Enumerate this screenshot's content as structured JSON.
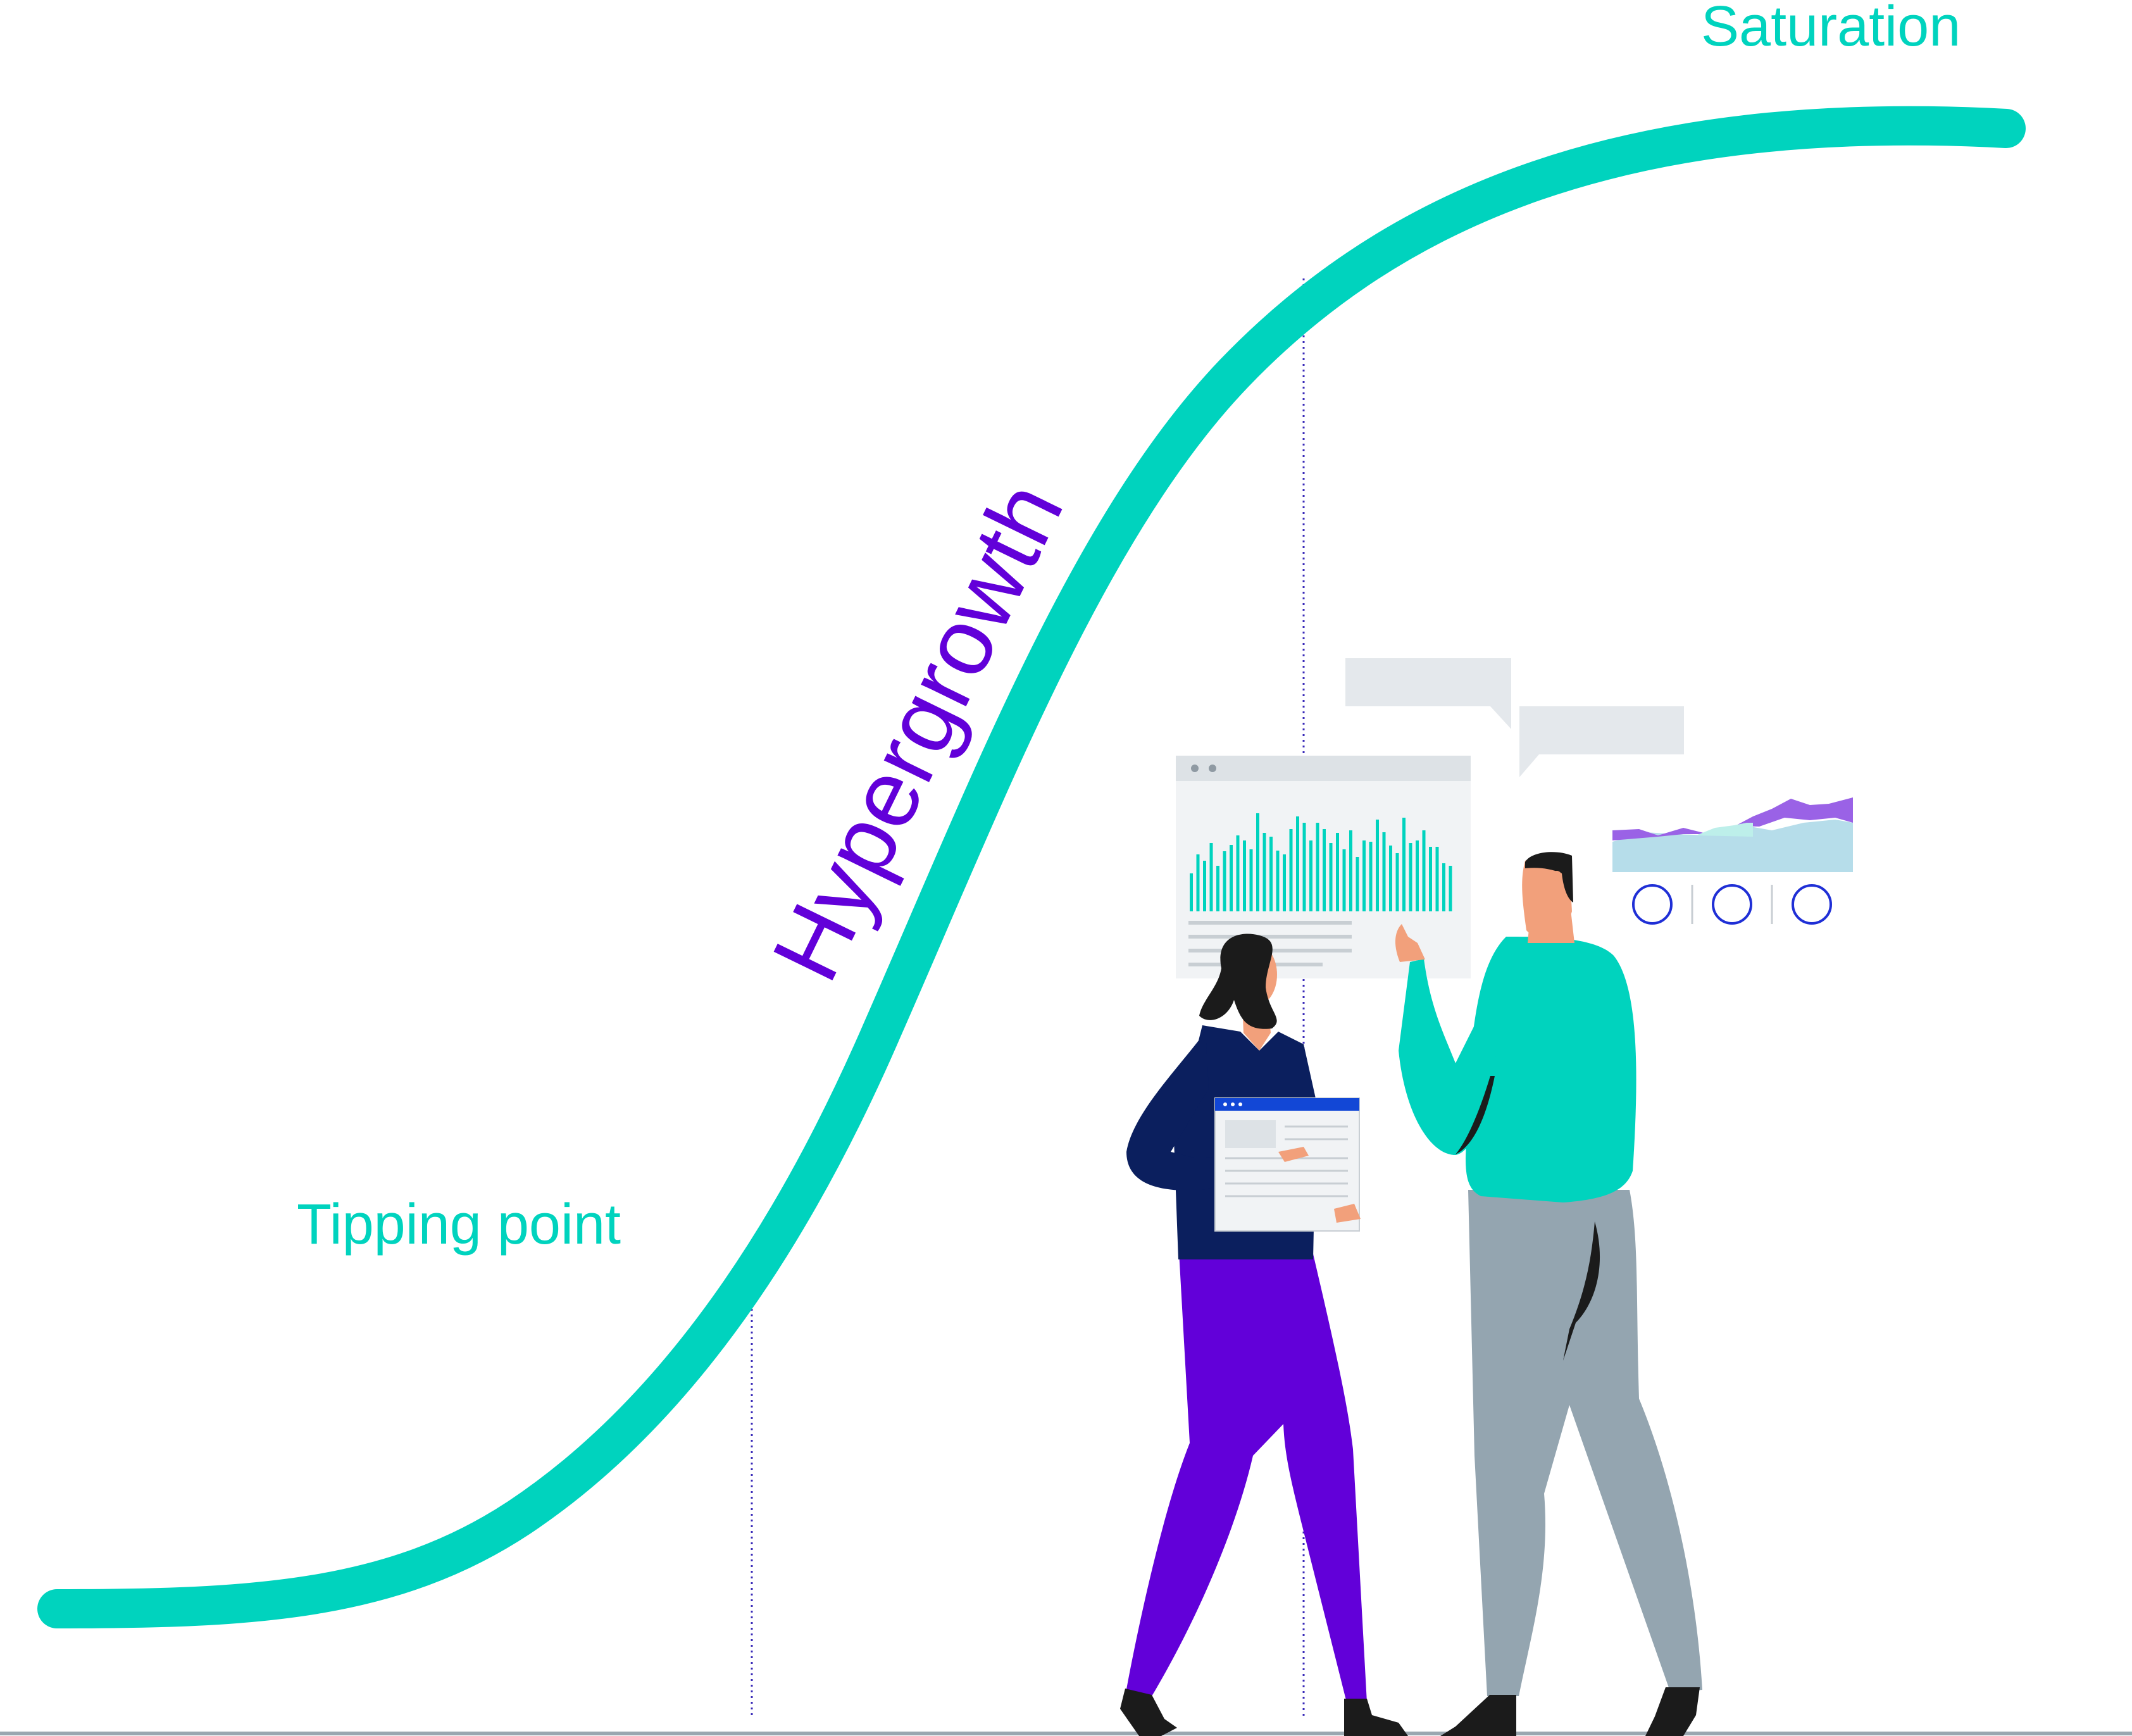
{
  "diagram": {
    "labels": {
      "tipping_point": "Tipping point",
      "hypergrowth": "Hypergrowth",
      "saturation": "Saturation"
    },
    "colors": {
      "curve": "#00D3BE",
      "label_teal": "#00D3BE",
      "hypergrowth_purple": "#6200D9",
      "dotted_line": "#3A2BB8",
      "navy": "#0B1F5E",
      "purple_pants": "#6200D9",
      "gray_pants": "#94A5B0",
      "skin": "#F2A07B",
      "hair": "#1B1B1B",
      "panel_bg": "#F1F3F5",
      "panel_header": "#DDE2E6",
      "bubble": "#E4E8EC",
      "area_purple": "#9A62E6",
      "area_light": "#B6DDEA",
      "area_mint": "#BDEFEA",
      "circle_outline": "#1F2FD6",
      "floor": "#9AA7B0"
    },
    "icons": {
      "people": [
        "woman-with-tablet",
        "man-pointing"
      ],
      "widgets": [
        "dashboard-bar-chart",
        "area-chart",
        "speech-bubble",
        "speech-bubble"
      ]
    }
  }
}
